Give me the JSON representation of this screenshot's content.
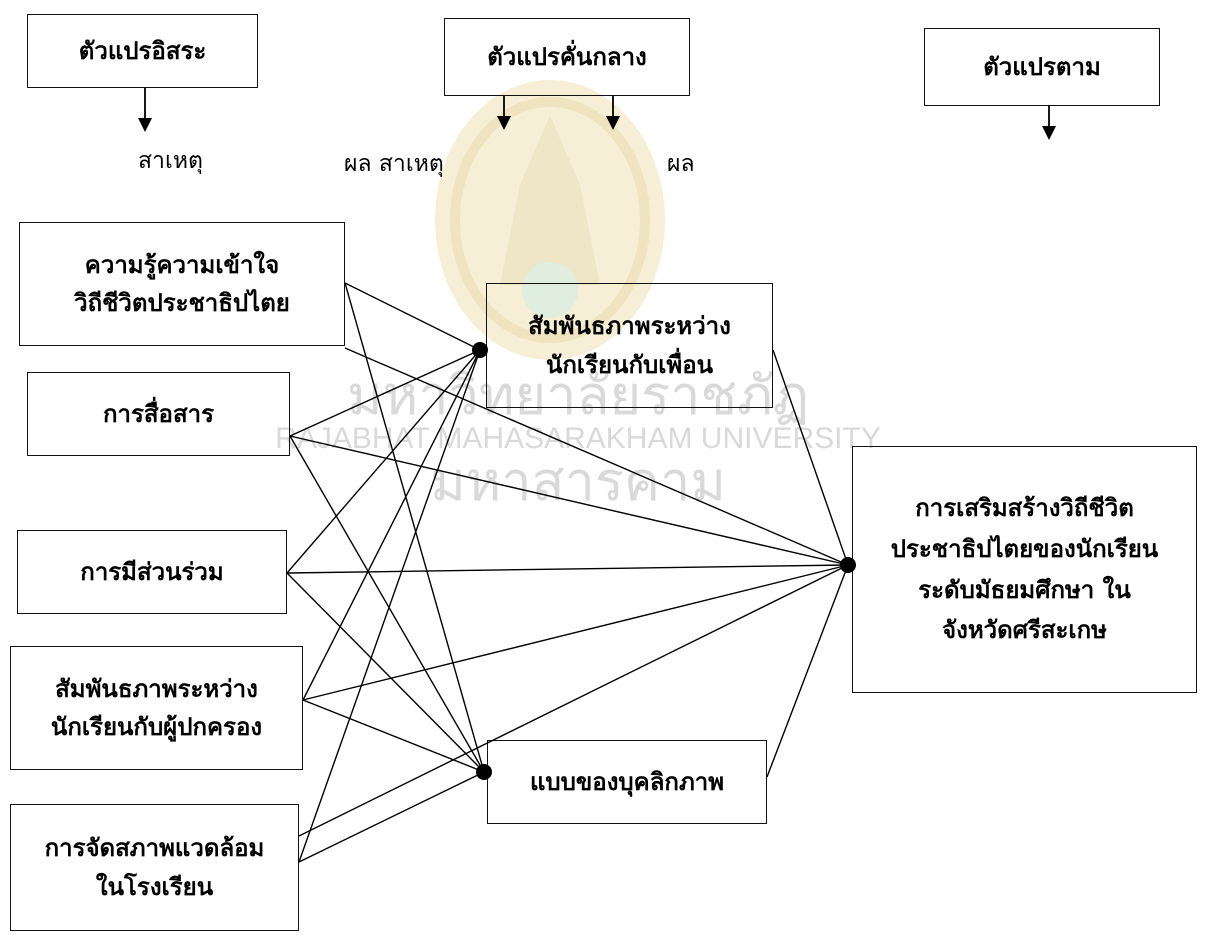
{
  "headers": {
    "independent": "ตัวแปรอิสระ",
    "mediator": "ตัวแปรคั่นกลาง",
    "dependent": "ตัวแปรตาม"
  },
  "arrow_labels": {
    "independent_cause": "สาเหตุ",
    "mediator_effect_cause": "ผล สาเหตุ",
    "dependent_effect": "ผล"
  },
  "watermark": {
    "thai": "มหาวิทยาลัยราชภัฏมหาสารคาม",
    "english": "RAJABHAT MAHASARAKHAM UNIVERSITY",
    "logo": "university-seal-icon"
  },
  "independent_vars": [
    {
      "id": "knowledge",
      "line1": "ความรู้ความเข้าใจ",
      "line2": "วิถีชีวิตประชาธิปไตย"
    },
    {
      "id": "communication",
      "line1": "การสื่อสาร",
      "line2": ""
    },
    {
      "id": "participation",
      "line1": "การมีส่วนร่วม",
      "line2": ""
    },
    {
      "id": "parent_relation",
      "line1": "สัมพันธภาพระหว่าง",
      "line2": "นักเรียนกับผู้ปกครอง"
    },
    {
      "id": "environment",
      "line1": "การจัดสภาพแวดล้อม",
      "line2": "ในโรงเรียน"
    }
  ],
  "mediator_vars": [
    {
      "id": "peer_relation",
      "line1": "สัมพันธภาพระหว่าง",
      "line2": "นักเรียนกับเพื่อน"
    },
    {
      "id": "personality",
      "line1": "แบบของบุคลิกภาพ",
      "line2": ""
    }
  ],
  "dependent_var": {
    "id": "democratic_life",
    "line1": "การเสริมสร้างวิถีชีวิต",
    "line2": "ประชาธิปไตยของนักเรียน",
    "line3": "ระดับมัธยมศึกษา ใน",
    "line4": "จังหวัดศรีสะเกษ"
  },
  "paths": [
    {
      "from": "knowledge",
      "to": "peer_relation"
    },
    {
      "from": "knowledge",
      "to": "personality"
    },
    {
      "from": "knowledge",
      "to": "democratic_life"
    },
    {
      "from": "communication",
      "to": "peer_relation"
    },
    {
      "from": "communication",
      "to": "personality"
    },
    {
      "from": "communication",
      "to": "democratic_life"
    },
    {
      "from": "participation",
      "to": "peer_relation"
    },
    {
      "from": "participation",
      "to": "personality"
    },
    {
      "from": "participation",
      "to": "democratic_life"
    },
    {
      "from": "parent_relation",
      "to": "peer_relation"
    },
    {
      "from": "parent_relation",
      "to": "personality"
    },
    {
      "from": "parent_relation",
      "to": "democratic_life"
    },
    {
      "from": "environment",
      "to": "peer_relation"
    },
    {
      "from": "environment",
      "to": "personality"
    },
    {
      "from": "environment",
      "to": "democratic_life"
    },
    {
      "from": "peer_relation",
      "to": "democratic_life"
    },
    {
      "from": "personality",
      "to": "democratic_life"
    }
  ]
}
